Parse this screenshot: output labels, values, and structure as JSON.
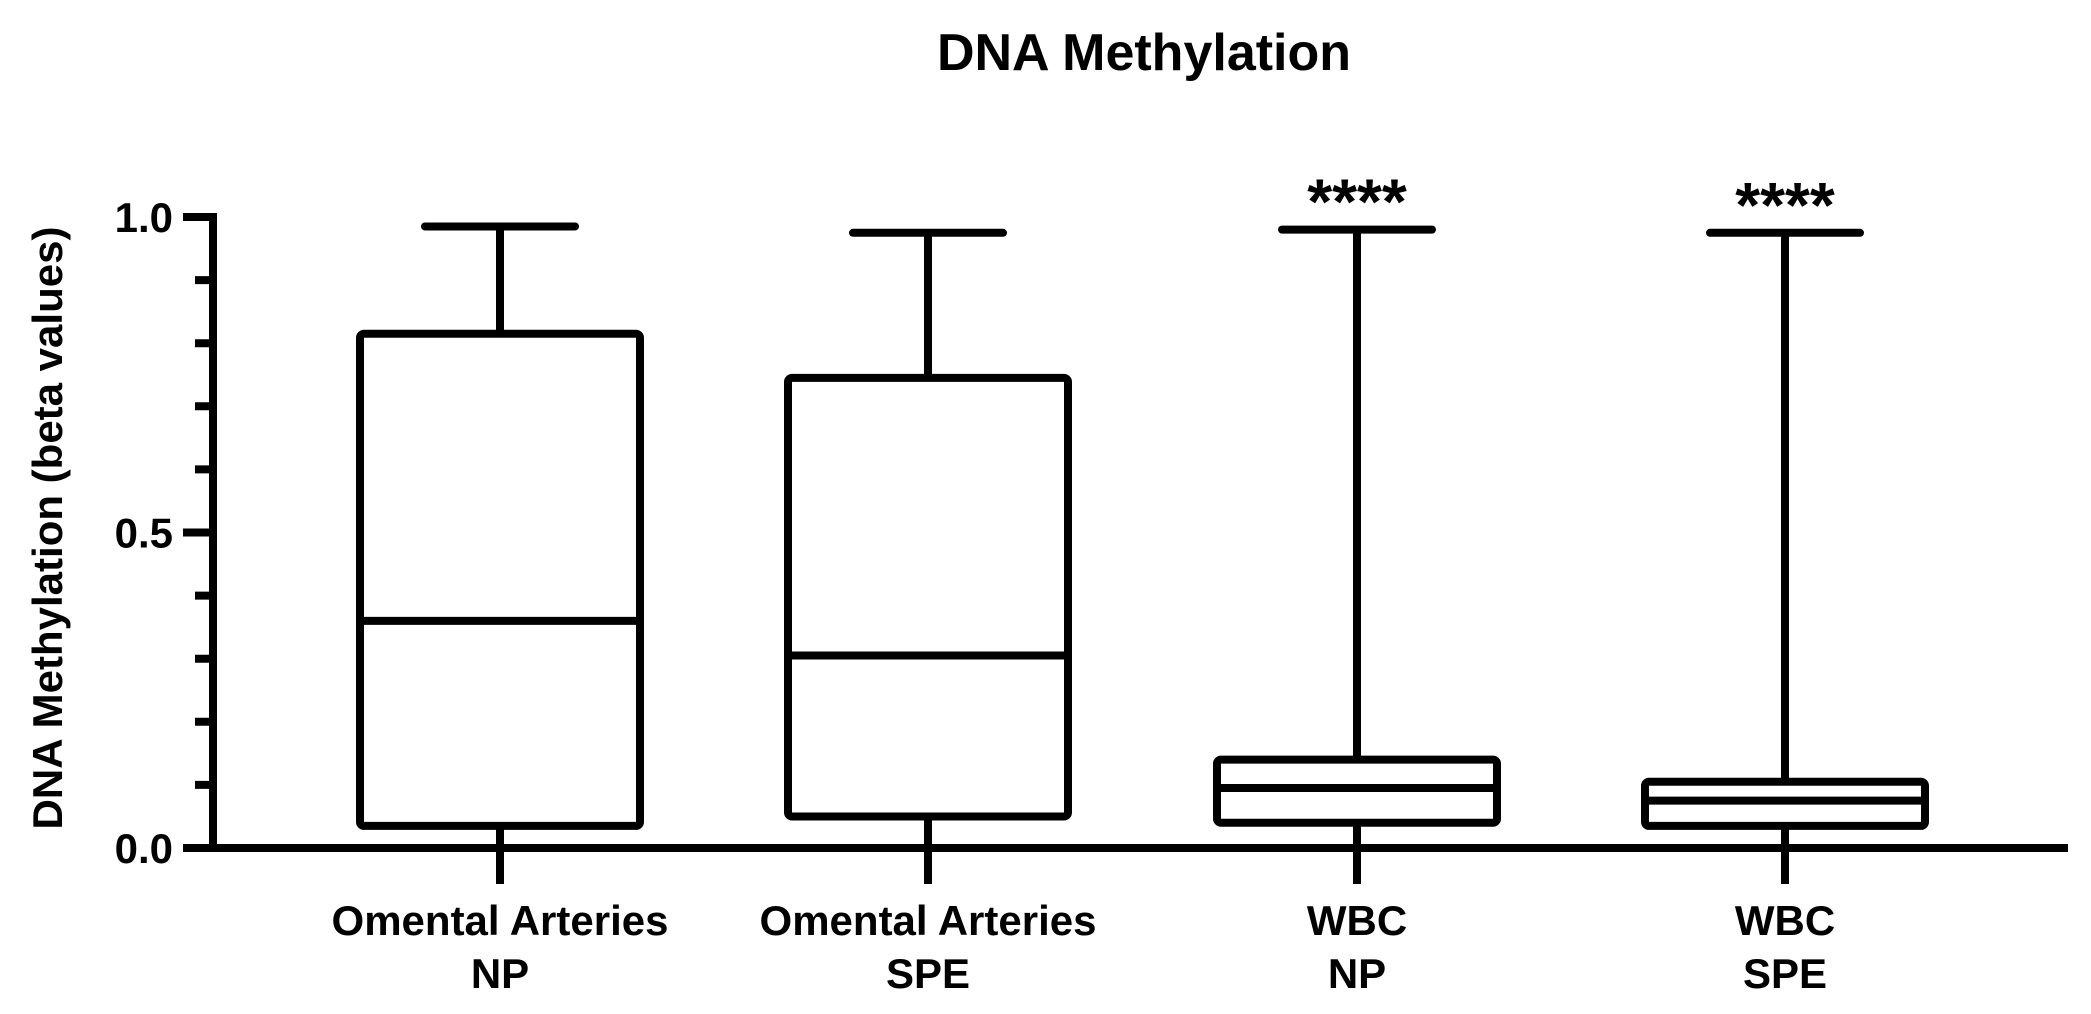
{
  "chart_data": {
    "type": "box",
    "title": "DNA Methylation",
    "xlabel": "",
    "ylabel": "DNA Methylation (beta values)",
    "ylim": [
      0,
      1.0
    ],
    "y_ticks": [
      "0.0",
      "0.5",
      "1.0"
    ],
    "y_tick_values": [
      0,
      0.5,
      1.0
    ],
    "y_minor_ticks": [
      0.1,
      0.2,
      0.3,
      0.4,
      0.6,
      0.7,
      0.8,
      0.9
    ],
    "grid": false,
    "legend": "none",
    "categories": [
      {
        "line1": "Omental Arteries",
        "line2": "NP"
      },
      {
        "line1": "Omental Arteries",
        "line2": "SPE"
      },
      {
        "line1": "WBC",
        "line2": "NP"
      },
      {
        "line1": "WBC",
        "line2": "SPE"
      }
    ],
    "boxes": [
      {
        "min": 0.0,
        "q1": 0.035,
        "median": 0.36,
        "q3": 0.815,
        "max": 0.985,
        "annotation": ""
      },
      {
        "min": 0.0,
        "q1": 0.05,
        "median": 0.305,
        "q3": 0.745,
        "max": 0.975,
        "annotation": ""
      },
      {
        "min": 0.0,
        "q1": 0.04,
        "median": 0.095,
        "q3": 0.14,
        "max": 0.98,
        "annotation": "****"
      },
      {
        "min": 0.0,
        "q1": 0.035,
        "median": 0.075,
        "q3": 0.105,
        "max": 0.975,
        "annotation": "****"
      }
    ],
    "colors": {
      "stroke": "#000000",
      "fill": "#ffffff"
    }
  }
}
